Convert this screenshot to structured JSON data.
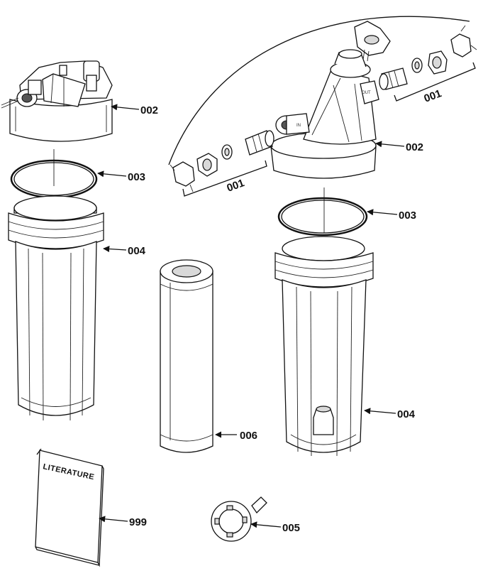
{
  "figure": {
    "labels": {
      "fittings_left": "001",
      "fittings_right": "001",
      "head_left": "002",
      "head_right": "002",
      "oring_left": "003",
      "oring_right": "003",
      "housing_left": "004",
      "housing_right": "004",
      "wrench": "005",
      "cartridge": "006",
      "literature": "999"
    },
    "literature_title": "LITERATURE",
    "head_markings": {
      "inlet": "IN",
      "outlet": "OUT"
    },
    "colors": {
      "line": "#111111",
      "background": "#ffffff",
      "shade": "#d9d9d9"
    }
  }
}
